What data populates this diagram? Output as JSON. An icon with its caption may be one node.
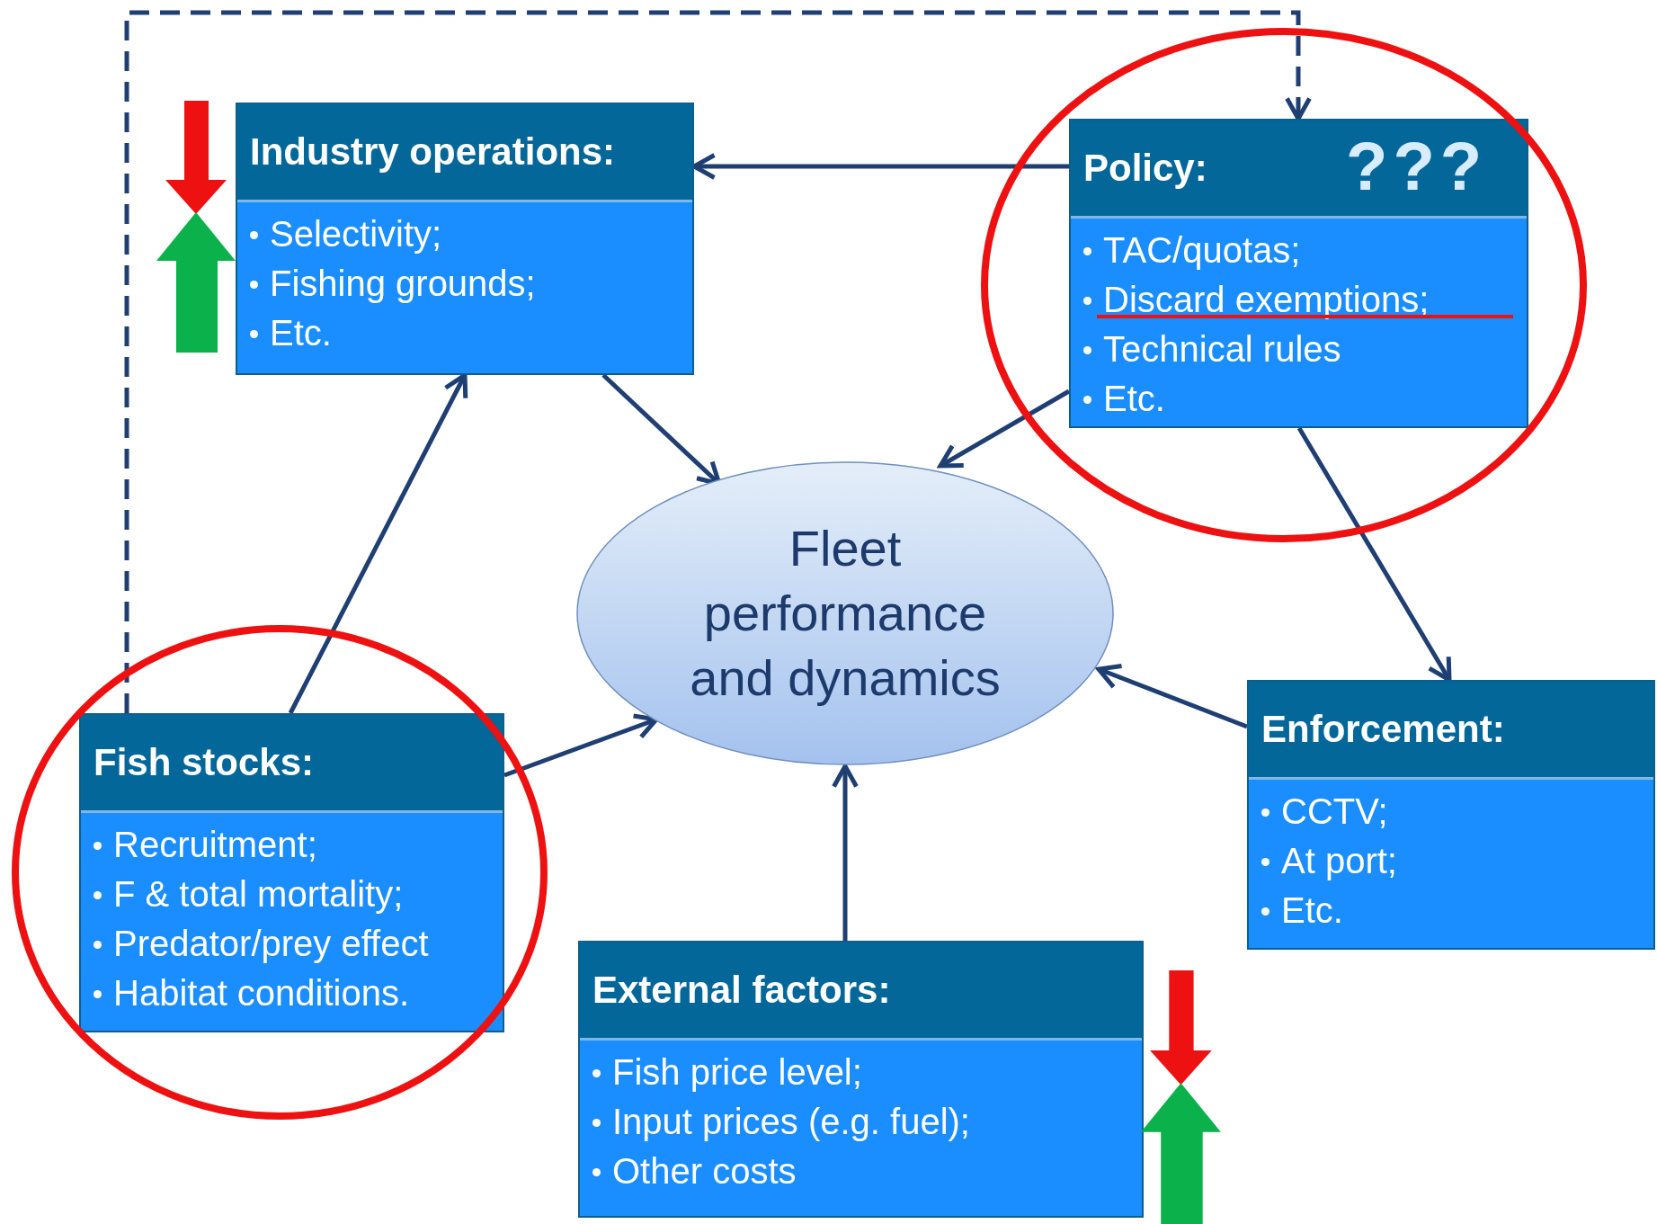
{
  "diagram": {
    "nodes": [
      {
        "text": [
          "Industry operations:",
          "Selectivity;",
          "Fishing grounds;",
          "Etc."
        ]
      },
      {
        "text": [
          "Policy:",
          "TAC/quotas;",
          "Discard exemptions;",
          "Technical rules",
          "Etc."
        ]
      },
      {
        "text": [
          "Fleet performance and dynamics"
        ]
      },
      {
        "text": [
          "Fish stocks:",
          "Recruitment;",
          "F & total mortality;",
          "Predator/prey effect",
          "Habitat conditions."
        ]
      },
      {
        "text": [
          "Enforcement:",
          "CCTV;",
          "At port;",
          "Etc."
        ]
      },
      {
        "text": [
          "External factors:",
          "Fish price level;",
          "Input prices (e.g. fuel);",
          "Other costs"
        ]
      }
    ],
    "edges": [
      {
        "from": 1,
        "to": 0,
        "arrow": "to"
      },
      {
        "from": 0,
        "to": 2,
        "arrow": "to"
      },
      {
        "from": 1,
        "to": 2,
        "arrow": "to"
      },
      {
        "from": 1,
        "to": 4,
        "arrow": "to"
      },
      {
        "from": 4,
        "to": 2,
        "arrow": "to"
      },
      {
        "from": 3,
        "to": 0,
        "arrow": "to"
      },
      {
        "from": 3,
        "to": 2,
        "arrow": "to"
      },
      {
        "from": 5,
        "to": 2,
        "arrow": "to"
      },
      {
        "from": 3,
        "to": 1,
        "arrow": "to",
        "style": "dashed"
      }
    ],
    "labels": [
      "???"
    ]
  }
}
